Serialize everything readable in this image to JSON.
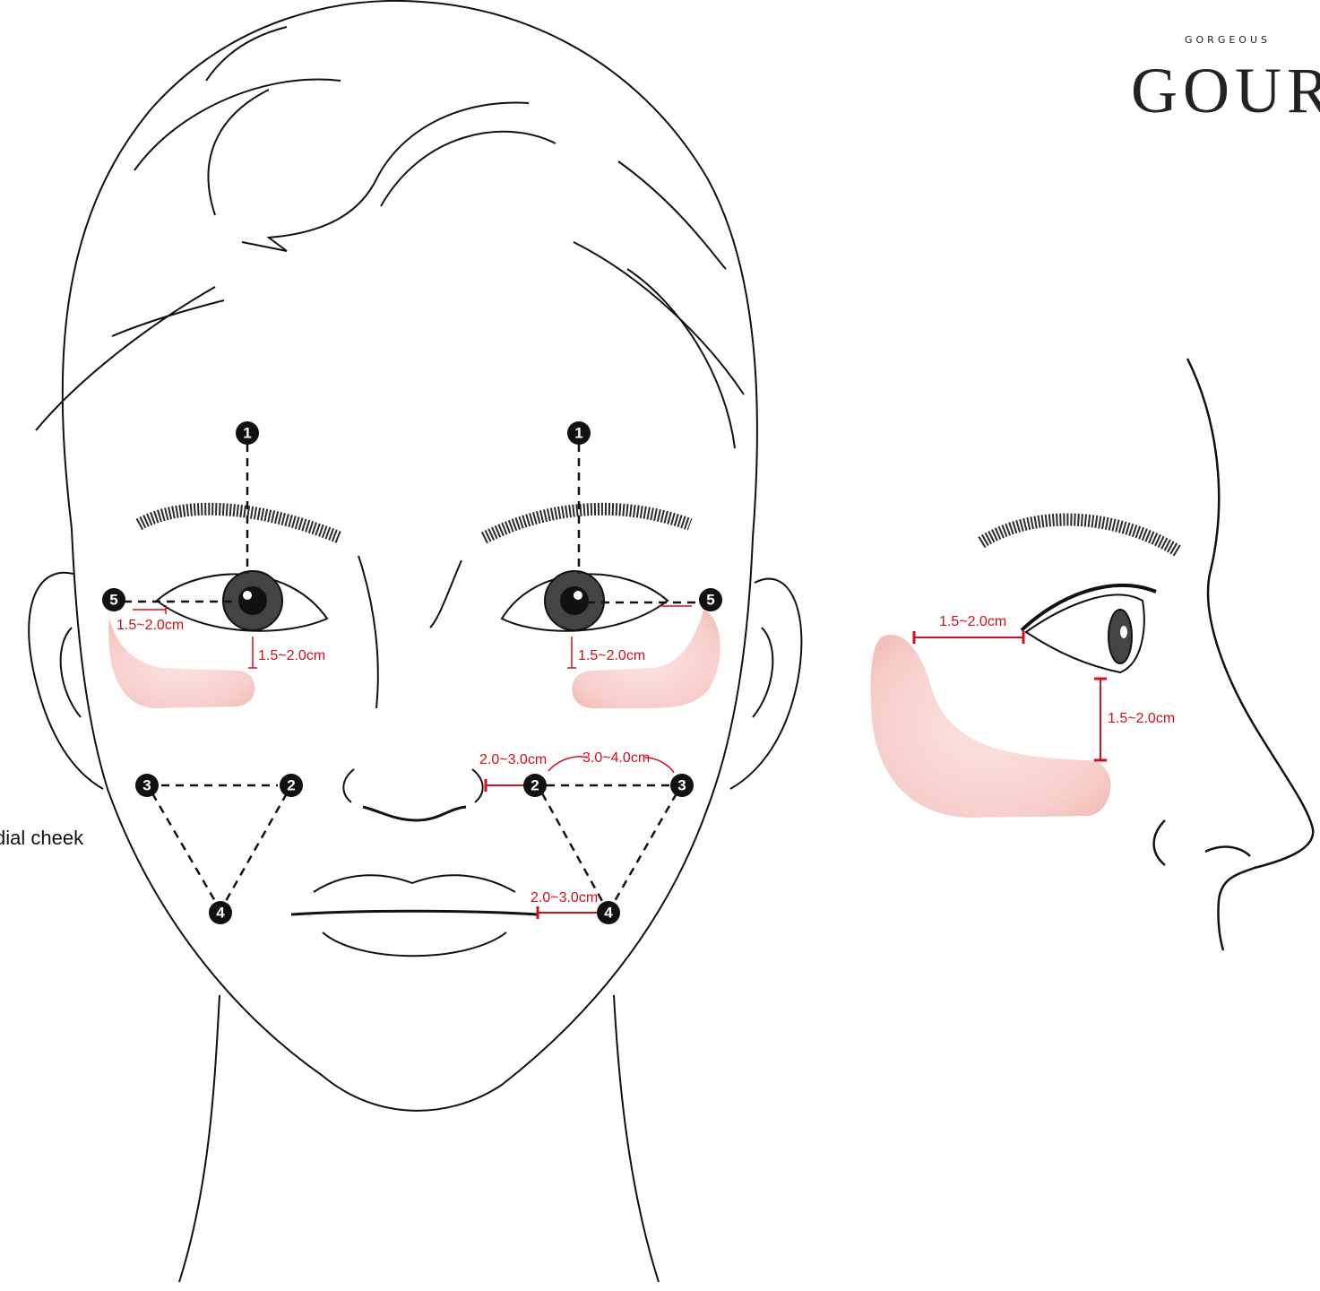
{
  "brand": {
    "tagline": "GORGEOUS",
    "name": "GOUR"
  },
  "side_label": "dial cheek",
  "points": {
    "p1": "1",
    "p2": "2",
    "p3": "3",
    "p4": "4",
    "p5": "5"
  },
  "measurements": {
    "eye_corner_left": "1.5~2.0cm",
    "under_eye_left": "1.5~2.0cm",
    "under_eye_right": "1.5~2.0cm",
    "nose_to_p2": "2.0~3.0cm",
    "p2_to_p3": "3.0~4.0cm",
    "mouth_to_p4": "2.0~3.0cm",
    "profile_horizontal": "1.5~2.0cm",
    "profile_vertical": "1.5~2.0cm"
  },
  "colors": {
    "accent": "#d0101a",
    "fill_zone": "#f6c9c6",
    "line": "#111111"
  }
}
